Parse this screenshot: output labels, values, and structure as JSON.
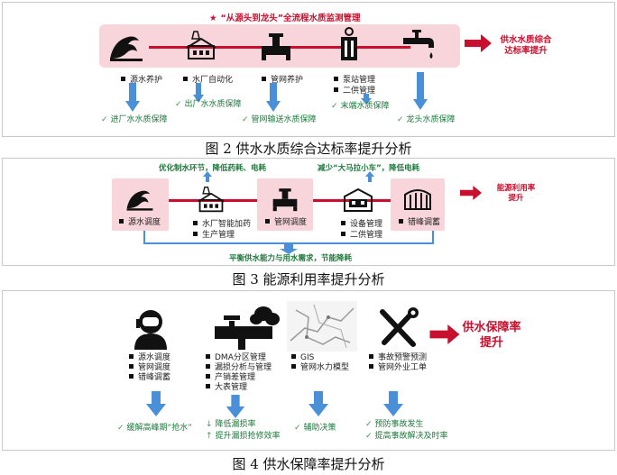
{
  "fig2": {
    "banner_star": "★",
    "banner": "“从源头到龙头”全流程水质监测管理",
    "result": [
      "供水水质综合",
      "达标率提升"
    ],
    "bullets": [
      {
        "items": [
          "源水养护"
        ]
      },
      {
        "items": [
          "水厂自动化"
        ]
      },
      {
        "items": [
          "管网养护"
        ]
      },
      {
        "items": [
          "泵站管理",
          "二供管理"
        ]
      }
    ],
    "outcomes": [
      "进厂水水质保障",
      "出厂水水质保障",
      "管网输送水质保障",
      "末端水质保障",
      "龙头水质保障"
    ],
    "caption": "图 2  供水水质综合达标率提升分析"
  },
  "fig3": {
    "top_left": "优化制水环节，降低药耗、电耗",
    "top_right": "减少“大马拉小车”，降低电耗",
    "result": [
      "能源利用率",
      "提升"
    ],
    "bullets": [
      {
        "items": [
          "源水调度"
        ]
      },
      {
        "items": [
          "水厂智能加药",
          "生产管理"
        ]
      },
      {
        "items": [
          "管网调度"
        ]
      },
      {
        "items": [
          "设备管理",
          "二供管理"
        ]
      },
      {
        "items": [
          "错峰调蓄"
        ]
      }
    ],
    "bottom": "平衡供水能力与用水需求，节能降耗",
    "caption": "图  3      能源利用率提升分析"
  },
  "fig4": {
    "result": [
      "供水保障率",
      "提升"
    ],
    "bullets": [
      {
        "items": [
          "源水调度",
          "管网调度",
          "错峰调蓄"
        ]
      },
      {
        "items": [
          "DMA分区管理",
          "漏损分析与管理",
          "产销差管理",
          "大表管理"
        ]
      },
      {
        "items": [
          "GIS",
          "管网水力模型"
        ]
      },
      {
        "items": [
          "事故预警预测",
          "管网外业工单"
        ]
      }
    ],
    "outcomes": [
      {
        "mark": "✓",
        "lines": [
          "缓解高峰期“抢水”"
        ]
      },
      {
        "mark": "↓",
        "lines": [
          "降低漏损率"
        ],
        "mark2": "↑",
        "lines2": [
          "提升漏损抢修效率"
        ]
      },
      {
        "mark": "✓",
        "lines": [
          "辅助决策"
        ]
      },
      {
        "mark": "✓",
        "lines": [
          "预防事故发生"
        ],
        "mark2": "✓",
        "lines2": [
          "提高事故解决及时率"
        ]
      }
    ],
    "caption": "图  4      供水保障率提升分析"
  },
  "colors": {
    "accent_red": "#c8102e",
    "pink": "#f7d5da",
    "arrow_blue": "#4a90d9",
    "green": "#1b7a3a"
  }
}
